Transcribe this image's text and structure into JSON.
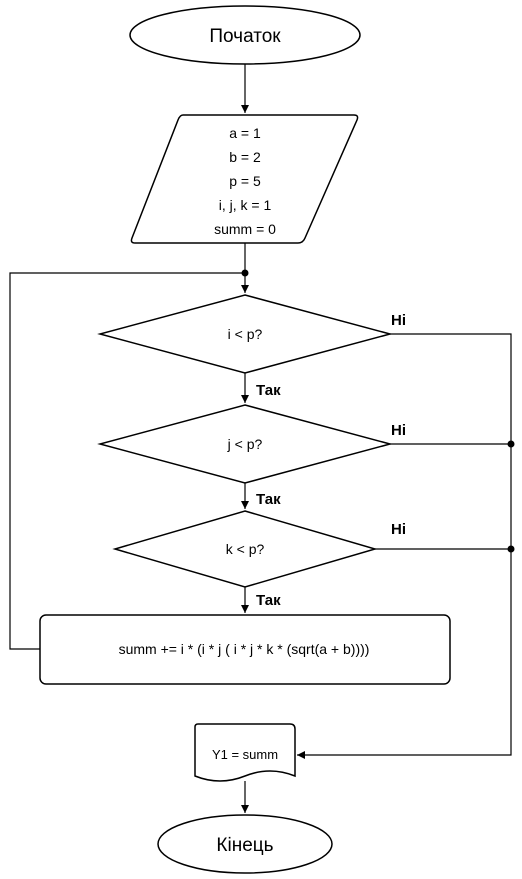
{
  "start": {
    "label": "Початок"
  },
  "input": {
    "lines": [
      "a = 1",
      "b = 2",
      "p = 5",
      "i, j, k = 1",
      "summ = 0"
    ]
  },
  "cond_i": {
    "label": "i < p?",
    "yes": "Так",
    "no": "Ні"
  },
  "cond_j": {
    "label": "j < p?",
    "yes": "Так",
    "no": "Ні"
  },
  "cond_k": {
    "label": "k < p?",
    "yes": "Так",
    "no": "Ні"
  },
  "process": {
    "label": "summ  += i * (i * j ( i * j * k * (sqrt(a + b))))"
  },
  "output": {
    "label": "Y1 = summ"
  },
  "end": {
    "label": "Кінець"
  }
}
